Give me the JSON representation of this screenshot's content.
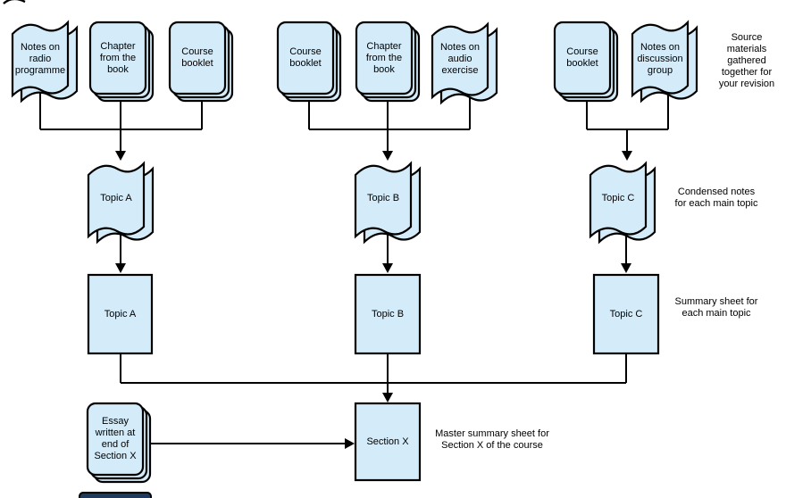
{
  "colors": {
    "background": "#ffffff",
    "shape_fill": "#d4ecfa",
    "shape_stroke": "#000000",
    "line_color": "#000000",
    "cropped_shape_fill": "#1e3a5f"
  },
  "nodes": {
    "notes_radio": {
      "label": "Notes on\nradio\nprogramme",
      "shape": "wavy-document"
    },
    "chapter_book_1": {
      "label": "Chapter\nfrom the\nbook",
      "shape": "stacked-document"
    },
    "course_booklet_1": {
      "label": "Course\nbooklet",
      "shape": "stacked-document"
    },
    "course_booklet_2": {
      "label": "Course\nbooklet",
      "shape": "stacked-document"
    },
    "chapter_book_2": {
      "label": "Chapter\nfrom the\nbook",
      "shape": "stacked-document"
    },
    "notes_audio": {
      "label": "Notes on\naudio\nexercise",
      "shape": "wavy-document"
    },
    "course_booklet_3": {
      "label": "Course\nbooklet",
      "shape": "stacked-document"
    },
    "notes_discussion": {
      "label": "Notes on\ndiscussion\ngroup",
      "shape": "wavy-document"
    },
    "topic_a_notes": {
      "label": "Topic A",
      "shape": "wavy-document"
    },
    "topic_b_notes": {
      "label": "Topic B",
      "shape": "wavy-document"
    },
    "topic_c_notes": {
      "label": "Topic C",
      "shape": "wavy-document"
    },
    "topic_a_sheet": {
      "label": "Topic A",
      "shape": "rectangle"
    },
    "topic_b_sheet": {
      "label": "Topic B",
      "shape": "rectangle"
    },
    "topic_c_sheet": {
      "label": "Topic C",
      "shape": "rectangle"
    },
    "essay": {
      "label": "Essay\nwritten at\nend of\nSection X",
      "shape": "stacked-document"
    },
    "section_x": {
      "label": "Section X",
      "shape": "rectangle"
    }
  },
  "annotations": {
    "source_materials": "Source\nmaterials\ngathered\ntogether for\nyour revision",
    "condensed_notes": "Condensed notes\nfor each main topic",
    "summary_sheet": "Summary sheet for\neach main topic",
    "master_summary": "Master summary sheet for\nSection X of the course"
  }
}
